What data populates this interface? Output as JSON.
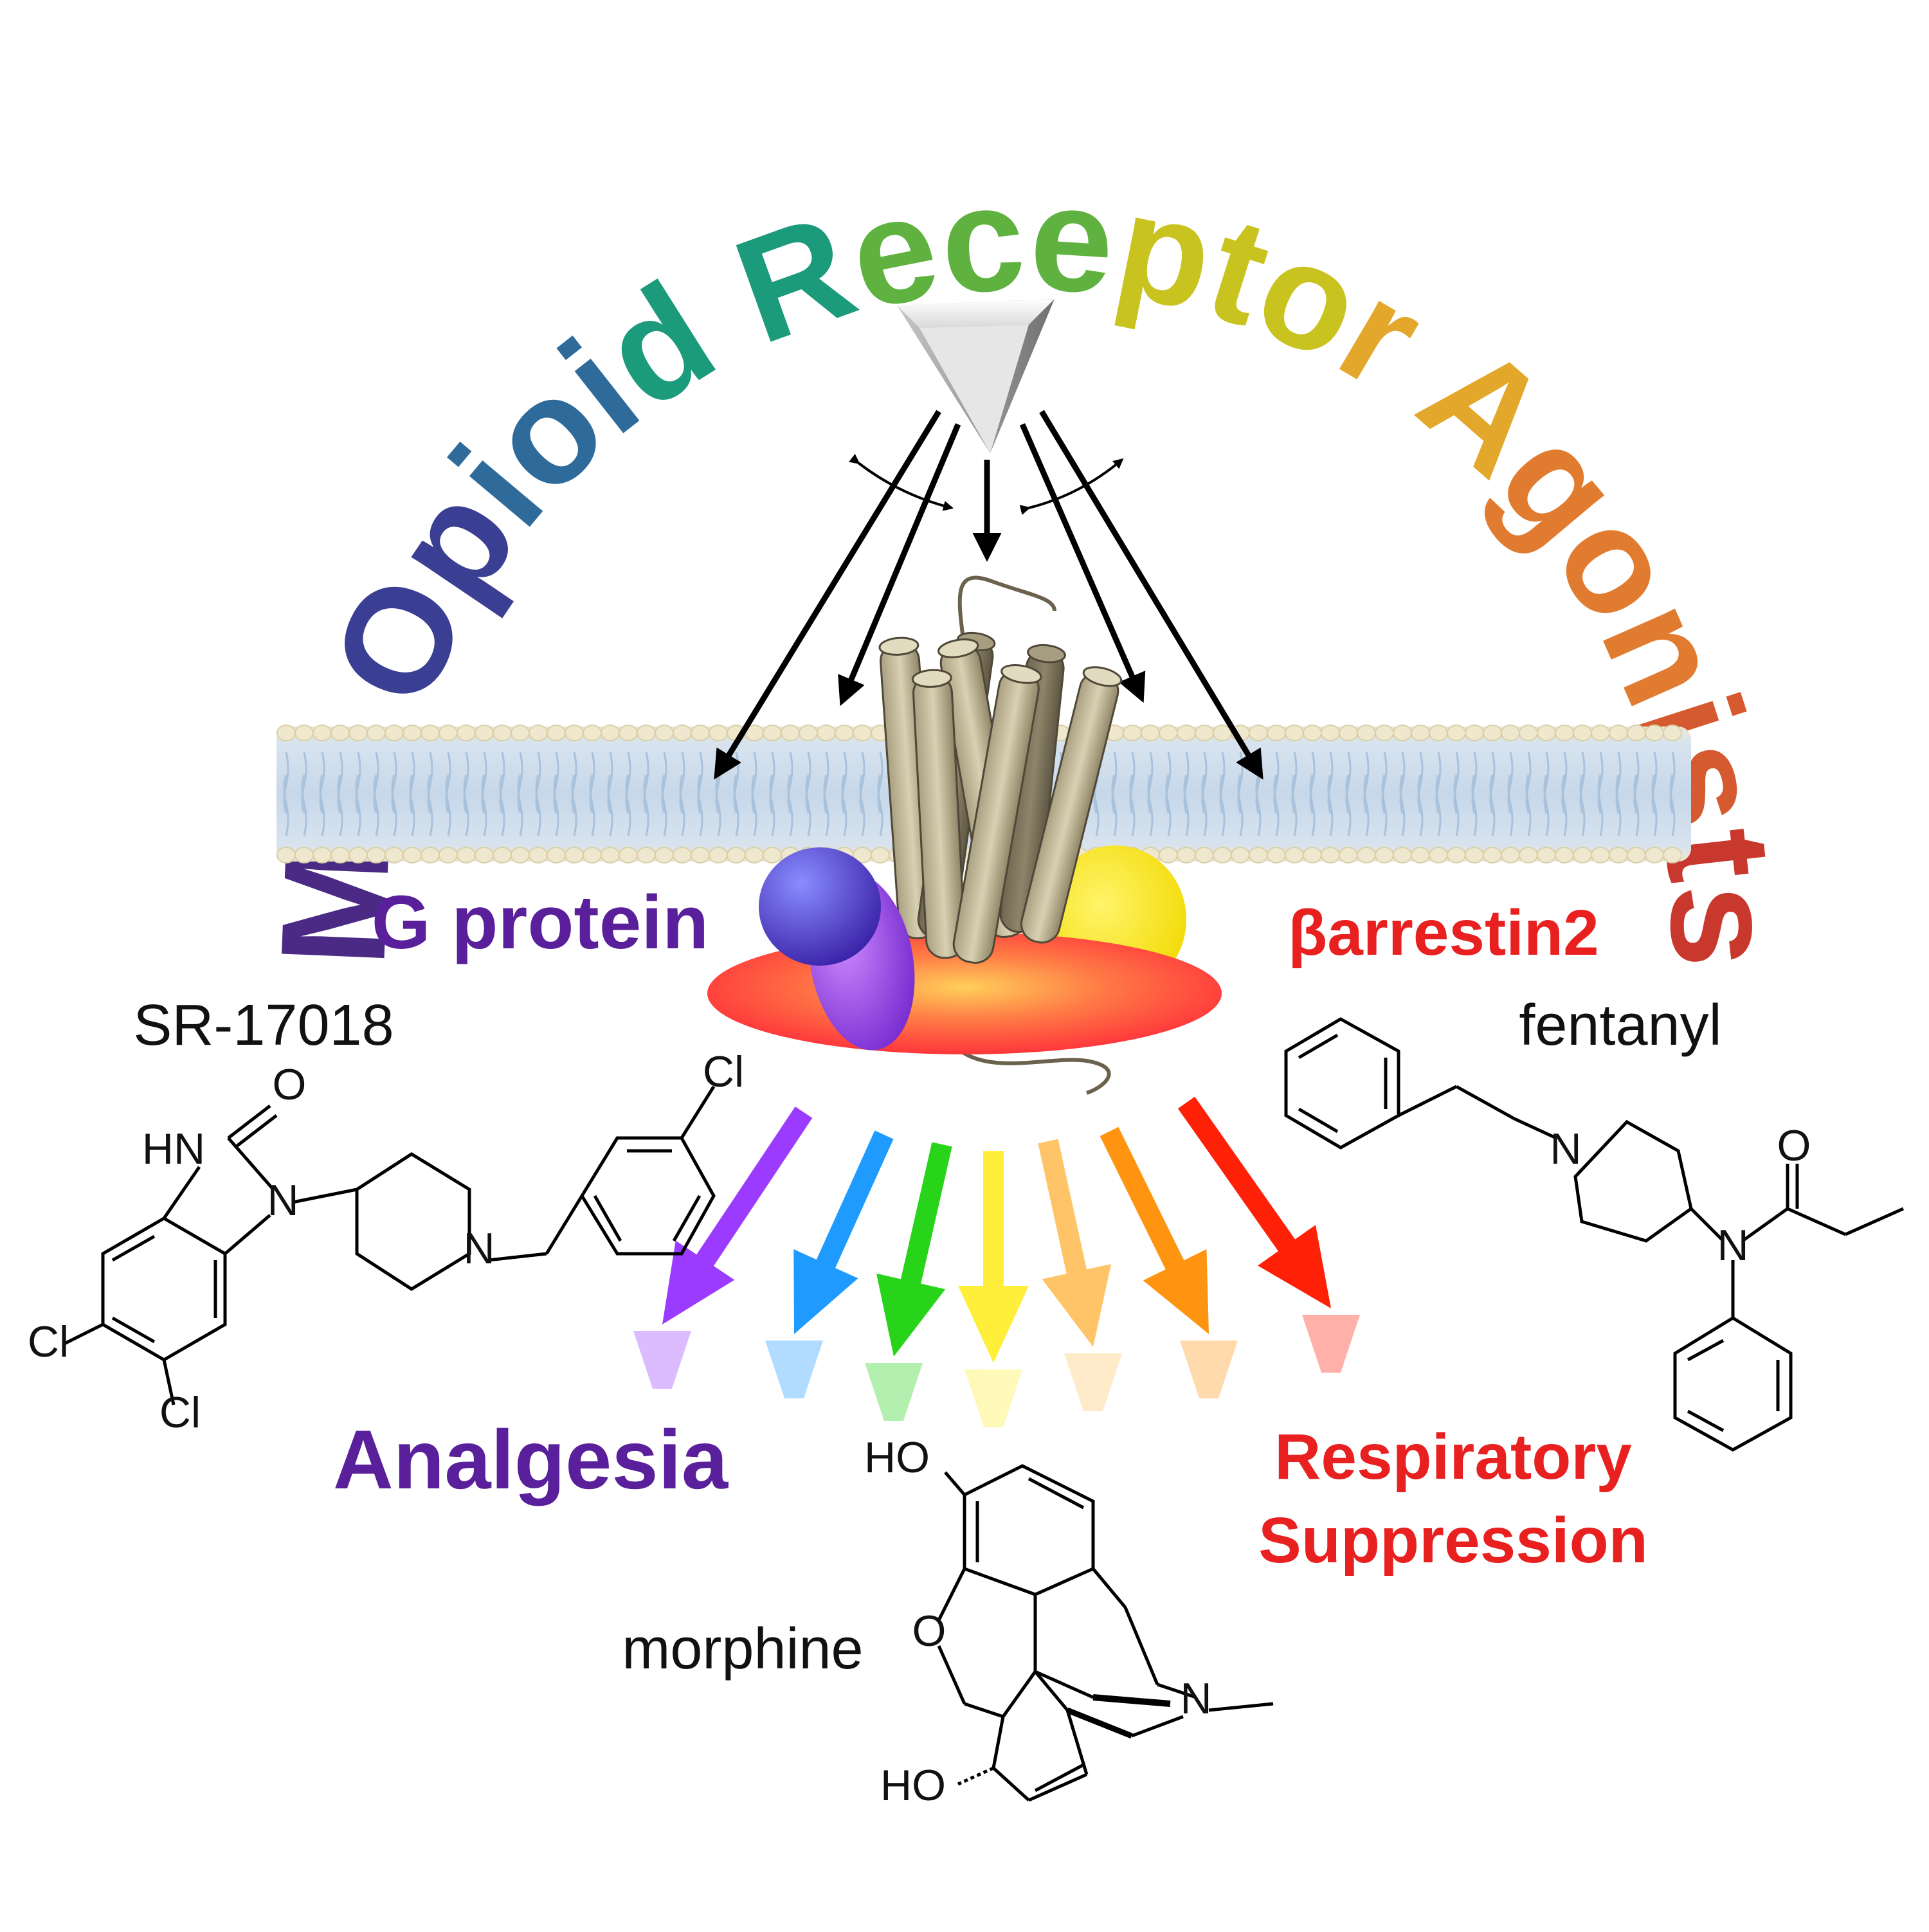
{
  "title": "Mu Opioid Receptor Agonists",
  "colors": {
    "title_gradient": [
      "#4b2a86",
      "#3b3f93",
      "#2f6b9a",
      "#1b9a7c",
      "#5fb23f",
      "#c9c31f",
      "#e3a72b",
      "#e17b2f",
      "#d65a2f",
      "#c9382c"
    ],
    "g_protein": "#5a1f9a",
    "barrestin": "#e8201f",
    "pathway_arrows": [
      "#9a3bff",
      "#1f9bff",
      "#27d41a",
      "#ffef3a",
      "#ffc467",
      "#ff9410",
      "#ff2008"
    ]
  },
  "labels": {
    "g_protein": "G protein",
    "barrestin2": "βarrestin2",
    "analgesia": "Analgesia",
    "respiratory_line1": "Respiratory",
    "respiratory_line2": "Suppression"
  },
  "molecules": {
    "sr17018": {
      "name": "SR-17018",
      "atoms": [
        "HN",
        "O",
        "N",
        "Cl",
        "Cl",
        "N",
        "Cl"
      ]
    },
    "fentanyl": {
      "name": "fentanyl",
      "atoms": [
        "N",
        "O",
        "N"
      ]
    },
    "morphine": {
      "name": "morphine",
      "atoms": [
        "HO",
        "O",
        "N",
        "HO"
      ]
    }
  }
}
